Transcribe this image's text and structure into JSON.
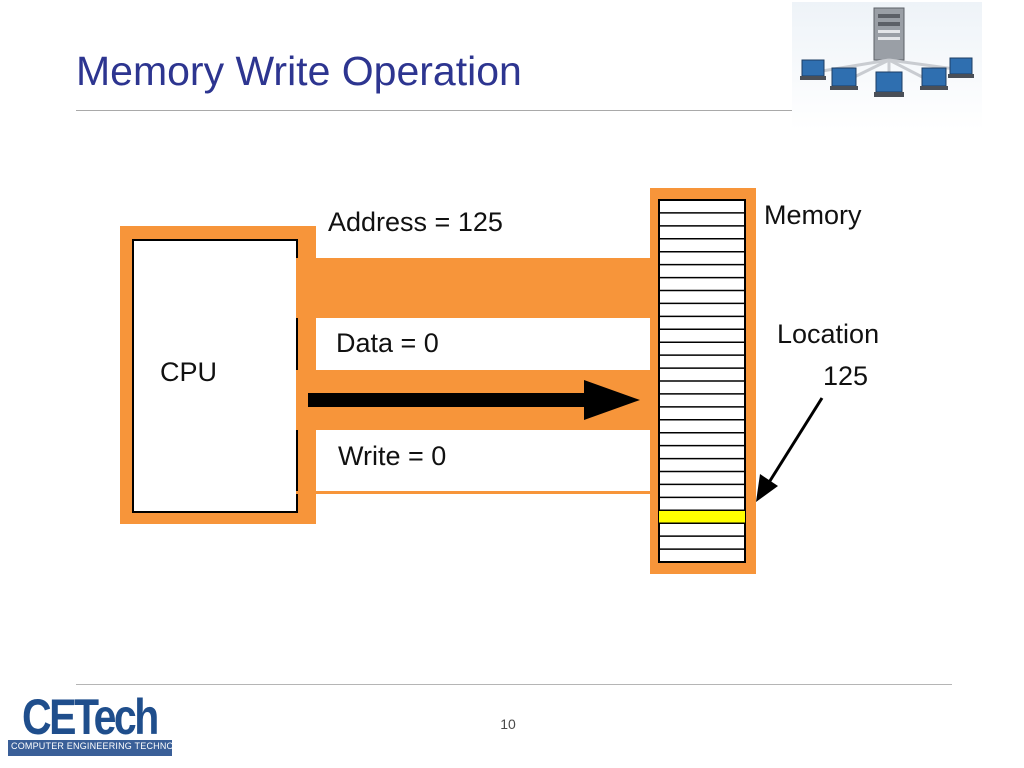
{
  "slide": {
    "title": "Memory Write Operation",
    "page_number": "10"
  },
  "diagram": {
    "cpu_label": "CPU",
    "address_label": "Address = 125",
    "data_label": "Data = 0",
    "write_label": "Write = 0",
    "memory_label": "Memory",
    "location_label_line1": "Location",
    "location_label_line2": "125",
    "colors": {
      "bus_orange": "#f7953a",
      "highlight_yellow": "#ffff00",
      "title_blue": "#2d3590"
    }
  },
  "logo": {
    "name": "CETech",
    "tagline": "COMPUTER ENGINEERING TECHNOLOGY"
  },
  "icons": {
    "network": "computer-network-icon"
  }
}
